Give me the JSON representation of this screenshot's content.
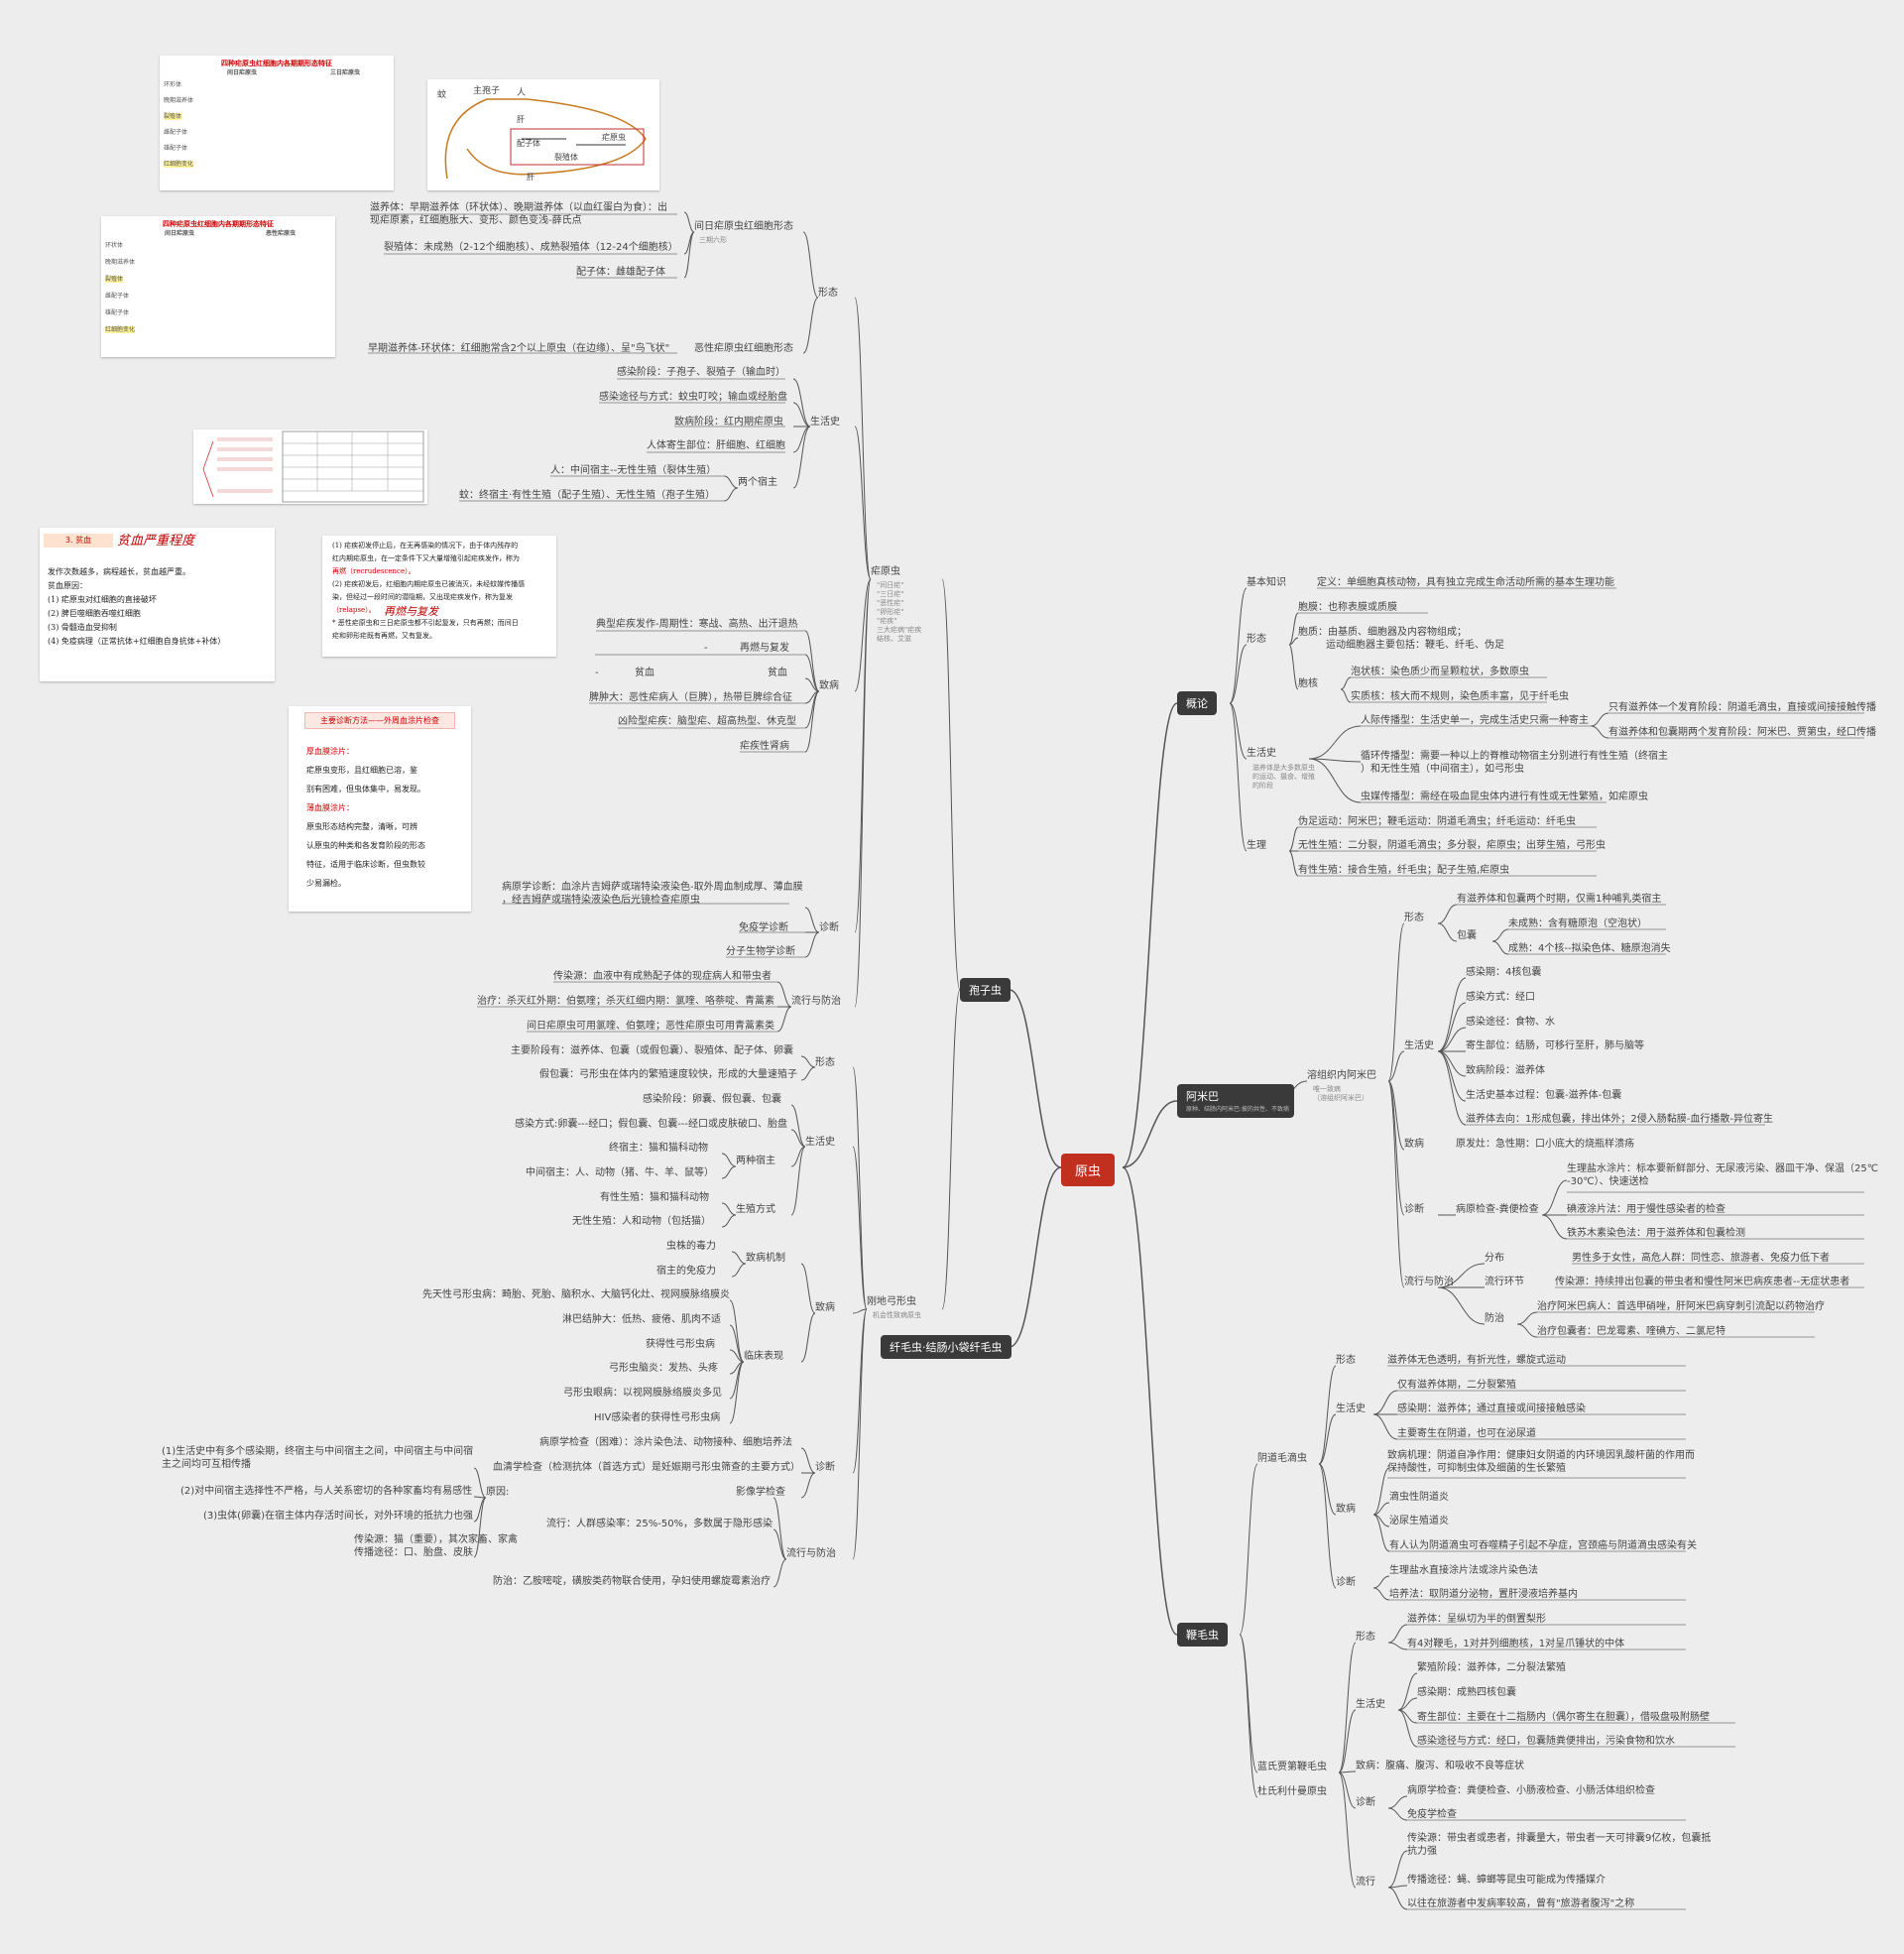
{
  "root": "原虫",
  "main": {
    "sporozoa": "孢子虫",
    "flagellate": "纤毛虫·结肠小袋纤毛虫",
    "overview": "概论",
    "amoeba": "阿米巴",
    "amoeba_sub": "原种、结肠内阿米巴:披的共性、不致病",
    "trich": "鞭毛虫"
  },
  "plas": {
    "label": "疟原虫",
    "note": [
      "\"间日疟\"",
      "\"三日疟\"",
      "\"恶性疟\"",
      "\"卵形疟\"",
      "\"疟疾\"",
      "三大疟病\"疟疾",
      "结核、艾滋"
    ]
  },
  "morph": {
    "label": "形态",
    "vivax": "间日疟原虫红细胞形态",
    "vivax_note": "三期六形",
    "t1": "滋养体：早期滋养体（环状体）、晚期滋养体（以血红蛋白为食）：出",
    "t1b": "现疟原素，红细胞胀大、变形、颜色变浅-薛氏点",
    "t2": "裂殖体：未成熟（2-12个细胞核）、成熟裂殖体（12-24个细胞核）",
    "t3": "配子体：雌雄配子体",
    "falc": "恶性疟原虫红细胞形态",
    "falc_t": "早期滋养体-环状体：红细胞常含2个以上原虫（在边缘）、呈\"鸟飞状\""
  },
  "life": {
    "label": "生活史",
    "a1": "感染阶段：子孢子、裂殖子（输血时）",
    "a2": "感染途径与方式：蚊虫叮咬；输血或经胎盘",
    "a3": "致病阶段：红内期疟原虫",
    "a4": "人体寄生部位：肝细胞、红细胞",
    "host": "两个宿主",
    "h1": "人：中间宿主--无性生殖（裂体生殖）",
    "h2": "蚊：终宿主·有性生殖（配子生殖）、无性生殖（孢子生殖）"
  },
  "dis": {
    "label": "致病",
    "d1": "典型疟疾发作-周期性：寒战、高热、出汗退热",
    "d2": "再燃与复发",
    "d3l": "贫血",
    "d3r": "贫血",
    "d4": "脾肿大：恶性疟病人（巨脾），热带巨脾综合征",
    "d5": "凶险型疟疾：脑型疟、超高热型、休克型",
    "d6": "疟疾性肾病",
    "dash": "-"
  },
  "diag": {
    "label": "诊断",
    "p": "病原学诊断：血涂片吉姆萨或瑞特染液染色-取外周血制成厚、薄血膜",
    "p2": "，经吉姆萨或瑞特染液染色后光镜检查疟原虫",
    "immune": "免疫学诊断",
    "mol": "分子生物学诊断"
  },
  "prev": {
    "label": "流行与防治",
    "s": "传染源：血液中有成熟配子体的现症病人和带虫者",
    "t": "治疗：杀灭红外期：伯氨喹；杀灭红细内期：氯喹、咯萘啶、青蒿素",
    "t2": "间日疟原虫可用氯喹、伯氨喹；恶性疟原虫可用青蒿素类"
  },
  "toxo": {
    "label": "刚地弓形虫",
    "note": "机会性致病原虫",
    "morph": "形态",
    "m1": "主要阶段有：滋养体、包囊（或假包囊）、裂殖体、配子体、卵囊",
    "m2": "假包囊：弓形虫在体内的繁殖速度较快，形成的大量速殖子",
    "life": "生活史",
    "l1": "感染阶段：卵囊、假包囊、包囊",
    "l2": "感染方式:卵囊---经口；假包囊、包囊---经口或皮肤破口、胎盘",
    "hosts": "两种宿主",
    "l3": "终宿主：猫和猫科动物",
    "l4": "中间宿主：人、动物（猪、牛、羊、鼠等）",
    "repro": "生殖方式",
    "l5": "有性生殖：猫和猫科动物",
    "l6": "无性生殖：人和动物（包括猫）",
    "dis": "致病",
    "mech": "致病机制",
    "dm1": "虫株的毒力",
    "dm2": "宿主的免疫力",
    "clin": "临床表现",
    "c1": "先天性弓形虫病：畸胎、死胎、脑积水、大脑钙化灶、视网膜脉络膜炎",
    "c2": "淋巴结肿大：低热、疲倦、肌肉不适",
    "c3": "获得性弓形虫病",
    "c4": "弓形虫脑炎：发热、头疼",
    "c5": "弓形虫眼病：以视网膜脉络膜炎多见",
    "c6": "HIV感染者的获得性弓形虫病",
    "diag": "诊断",
    "g1": "病原学检查（困难）：涂片染色法、动物接种、细胞培养法",
    "g2": "血清学检查（检测抗体（首选方式）是妊娠期弓形虫筛查的主要方式）",
    "g3": "影像学检查",
    "prev": "流行与防治",
    "cause": "原因:",
    "r1": "(1)生活史中有多个感染期，终宿主与中间宿主之间，中间宿主与中间宿",
    "r1b": "主之间均可互相传播",
    "r2": "(2)对中间宿主选择性不严格，与人关系密切的各种家畜均有易感性",
    "r3": "(3)虫体(卵囊)在宿主体内存活时间长，对外环境的抵抗力也强",
    "src": "传染源：猫（重要），其次家畜、家禽",
    "route": "传播途径：口、胎盘、皮肤",
    "epi": "流行：人群感染率：25%-50%，多数属于隐形感染",
    "ctrl": "防治：乙胺嘧啶，磺胺类药物联合使用，孕妇使用螺旋霉素治疗"
  },
  "ov": {
    "basic": "基本知识",
    "def": "定义：单细胞真核动物，具有独立完成生命活动所需的基本生理功能",
    "morph": "形态",
    "m1": "胞膜：也称表膜或质膜",
    "m2": "胞质：由基质、细胞器及内容物组成；",
    "m2b": "运动细胞器主要包括：鞭毛、纤毛、伪足",
    "nuc": "胞核",
    "n1": "泡状核：染色质少而呈颗粒状，多数原虫",
    "n2": "实质核：核大而不规则，染色质丰富，见于纤毛虫",
    "life": "生活史",
    "life_note": "滋养体是大多数原虫的运动、摄食、增殖的阶段",
    "l1": "人际传播型：生活史单一，完成生活史只需一种寄主",
    "l1a": "只有滋养体一个发育阶段：阴道毛滴虫，直接或间接接触传播",
    "l1b": "有滋养体和包囊期两个发育阶段：阿米巴、贾第虫，经口传播",
    "l2": "循环传播型：需要一种以上的脊椎动物宿主分别进行有性生殖（终宿主",
    "l2b": "）和无性生殖（中间宿主），如弓形虫",
    "l3": "虫媒传播型：需经在吸血昆虫体内进行有性或无性繁殖，如疟原虫",
    "phys": "生理",
    "p1": "伪足运动：阿米巴；鞭毛运动：阴道毛滴虫；纤毛运动：纤毛虫",
    "p2": "无性生殖：二分裂，阴道毛滴虫；多分裂，疟原虫；出芽生殖，弓形虫",
    "p3": "有性生殖：接合生殖，纤毛虫；配子生殖,疟原虫"
  },
  "am": {
    "label": "溶组织内阿米巴",
    "note1": "唯一致病",
    "note2": "（溶组织阿米巴）",
    "morph": "形态",
    "m1": "有滋养体和包囊两个时期，仅需1种哺乳类宿主",
    "cyst": "包囊",
    "c1": "未成熟：含有糖原泡（空泡状）",
    "c2": "成熟：4个核--拟染色体、糖原泡消失",
    "life": "生活史",
    "l1": "感染期：4核包囊",
    "l2": "感染方式：经口",
    "l3": "感染途径：食物、水",
    "l4": "寄生部位：结肠，可移行至肝，肺与脑等",
    "l5": "致病阶段：滋养体",
    "l6": "生活史基本过程：包囊-滋养体-包囊",
    "l7": "滋养体去向：1形成包囊，排出体外；2侵入肠黏膜-血行播散-异位寄生",
    "dis": "致病",
    "d1": "原发灶：急性期：口小底大的烧瓶样溃疡",
    "diag": "诊断",
    "pg": "病原检查-粪便检查",
    "g1": "生理盐水涂片：标本要新鲜部分、无尿液污染、器皿干净、保温（25℃",
    "g1b": "-30℃）、快速送检",
    "g2": "碘液涂片法：用于慢性感染者的检查",
    "g3": "铁苏木素染色法：用于滋养体和包囊检测",
    "prev": "流行与防治",
    "dist": "分布",
    "dist_t": "男性多于女性，高危人群：同性恋、旅游者、免疫力低下者",
    "link": "流行环节",
    "link_t": "传染源：持续排出包囊的带虫者和慢性阿米巴病疾患者--无症状患者",
    "ctrl": "防治",
    "ct1": "治疗阿米巴病人：首选甲硝唑，肝阿米巴病穿刺引流配以药物治疗",
    "ct2": "治疗包囊者：巴龙霉素、喹碘方、二氯尼特"
  },
  "tv": {
    "label": "阴道毛滴虫",
    "morph": "形态",
    "m1": "滋养体无色透明，有折光性，螺旋式运动",
    "life": "生活史",
    "l1": "仅有滋养体期，二分裂繁殖",
    "l2": "感染期：滋养体；通过直接或间接接触感染",
    "l3": "主要寄生在阴道，也可在泌尿道",
    "dis": "致病",
    "d1": "致病机理：阴道自净作用：健康妇女阴道的内环境因乳酸杆菌的作用而",
    "d1b": "保持酸性，可抑制虫体及细菌的生长繁殖",
    "d2": "滴虫性阴道炎",
    "d3": "泌尿生殖道炎",
    "d4": "有人认为阴道滴虫可吞噬精子引起不孕症，宫颈癌与阴道滴虫感染有关",
    "diag": "诊断",
    "g1": "生理盐水直接涂片法或涂片染色法",
    "g2": "培养法：取阴道分泌物，置肝浸液培养基内"
  },
  "gia": {
    "label": "蓝氏贾第鞭毛虫",
    "morph": "形态",
    "m1": "滋养体：呈纵切为半的倒置梨形",
    "m2": "有4对鞭毛，1对并列细胞核，1对呈爪锤状的中体",
    "life": "生活史",
    "l1": "繁殖阶段：滋养体，二分裂法繁殖",
    "l2": "感染期：成熟四核包囊",
    "l3": "寄生部位：主要在十二指肠内（偶尔寄生在胆囊），借吸盘吸附肠壁",
    "l4": "感染途径与方式：经口，包囊随粪便排出，污染食物和饮水",
    "dis": "致病：腹痛、腹泻、和吸收不良等症状",
    "diag": "诊断",
    "g1": "病原学检查：粪便检查、小肠液检查、小肠活体组织检查",
    "g2": "免疫学检查",
    "prev": "流行",
    "p1": "传染源：带虫者或患者，排囊量大，带虫者一天可排囊9亿枚，包囊抵",
    "p1b": "抗力强",
    "p2": "传播途径：蝇、蟑螂等昆虫可能成为传播媒介",
    "p3": "以往在旅游者中发病率较高，曾有\"旅游者腹泻\"之称"
  },
  "leish": {
    "label": "杜氏利什曼原虫"
  },
  "images": {
    "t1": "四种疟原虫红细胞内各期期形态特征",
    "t1h1": "间日疟原虫",
    "t1h2": "三日疟原虫",
    "t1r": [
      "环形体",
      "晚期滋养体",
      "裂殖体",
      "雌配子体",
      "雄配子体",
      "红细胞变化"
    ],
    "t2": "四种疟原虫红细胞内各期期形态特征",
    "t2h1": "间日疟原虫",
    "t2h2": "恶性疟原虫",
    "t2r": [
      "环状体",
      "晚期滋养体",
      "裂殖体",
      "雌配子体",
      "雄配子体",
      "红细胞变化"
    ],
    "anemia_title": "3. 贫血",
    "anemia_hand": "贫血严重程度",
    "anemia": [
      "发作次数越多，病程越长，贫血越严重。",
      "贫血原因：",
      "(1) 疟原虫对红细胞的直接破坏",
      "(2) 脾巨噬细胞吞噬红细胞",
      "(3) 骨髓造血受抑制",
      "(4) 免疫病理（正常抗体+红细胞自身抗体+补体）"
    ],
    "rec": [
      "(1) 疟疾初发停止后，在无再感染的情况下，由于体内残存的",
      "红内期疟原虫，在一定条件下又大量增殖引起疟疾发作，称为",
      "再燃（recrudescence）。",
      "(2) 疟疾初发后，红细胞内期疟原虫已被消灭，未经蚊媒传播感",
      "染，但经过一段时间的潜隐期，又出现疟疾发作，称为复发",
      "（relapse）。",
      "* 恶性疟原虫和三日疟原虫都不引起复发，只有再燃；而间日",
      "疟和卵形疟既有再燃，又有复发。"
    ],
    "rec_hand": "再燃与复发",
    "diag_title": "主要诊断方法——外周血涂片检查",
    "diag": [
      "厚血膜涂片：",
      "疟原虫变形，且红细胞已溶，鉴",
      "别有困难，但虫体集中，易发现。",
      "薄血膜涂片：",
      "原虫形态结构完整，清晰，可辨",
      "认原虫的种类和各发育阶段的形态",
      "特征，适用于临床诊断，但虫数较",
      "少易漏检。"
    ],
    "sketch": [
      "主孢子",
      "蚊",
      "人",
      "肝",
      "配子体",
      "疟原虫",
      "肝",
      "裂殖体"
    ]
  }
}
